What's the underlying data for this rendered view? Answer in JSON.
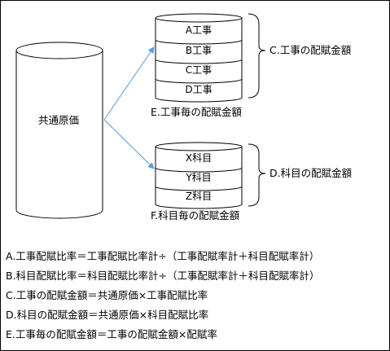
{
  "diagram": {
    "source": {
      "label": "共通原価"
    },
    "cylinder_top": {
      "segments": [
        "A工事",
        "B工事",
        "C工事",
        "D工事"
      ],
      "bracket_label": "C.工事の配賦金額",
      "caption": "E.工事毎の配賦金額"
    },
    "cylinder_bottom": {
      "segments": [
        "X科目",
        "Y科目",
        "Z科目"
      ],
      "bracket_label": "D.科目の配賦金額",
      "caption": "F.科目毎の配賦金額"
    },
    "colors": {
      "outline": "#000000",
      "arrow": "#5b9bd5"
    }
  },
  "formulas": [
    "A.工事配賦比率＝工事配賦比率計÷（工事配賦率計＋科目配賦率計）",
    "B.科目配賦比率＝科目配賦比率計÷（工事配賦率計＋科目配賦率計）",
    "C.工事の配賦金額＝共通原価×工事配賦比率",
    "D.科目の配賦金額＝共通原価×科目配賦比率",
    "E.工事毎の配賦金額＝工事の配賦金額×配賦率"
  ]
}
